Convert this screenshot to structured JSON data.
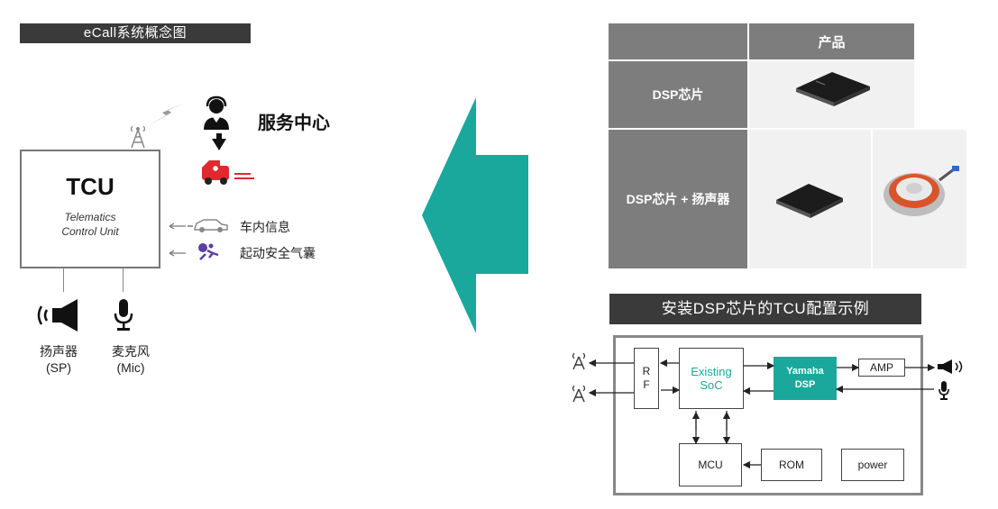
{
  "left": {
    "title": "eCall系统概念图",
    "service_center": "服务中心",
    "tcu_title": "TCU",
    "tcu_sub_line1": "Telematics",
    "tcu_sub_line2": "Control Unit",
    "vehicle_info": "车内信息",
    "airbag": "起动安全气囊",
    "speaker_line1": "扬声器",
    "speaker_line2": "(SP)",
    "mic_line1": "麦克风",
    "mic_line2": "(Mic)"
  },
  "product_table": {
    "header": "产品",
    "row1_label": "DSP芯片",
    "row2_label": "DSP芯片 + 扬声器"
  },
  "config": {
    "title": "安装DSP芯片的TCU配置示例",
    "rf_line1": "R",
    "rf_line2": "F",
    "soc_line1": "Existing",
    "soc_line2": "SoC",
    "dsp_line1": "Yamaha",
    "dsp_line2": "DSP",
    "amp": "AMP",
    "mcu": "MCU",
    "rom": "ROM",
    "power": "power"
  },
  "colors": {
    "teal": "#1aa89c",
    "dark_bar": "#3a3a3a",
    "table_gray": "#7d7d7d",
    "ambulance_red": "#e0282e",
    "airbag_purple": "#5b3fa0"
  }
}
